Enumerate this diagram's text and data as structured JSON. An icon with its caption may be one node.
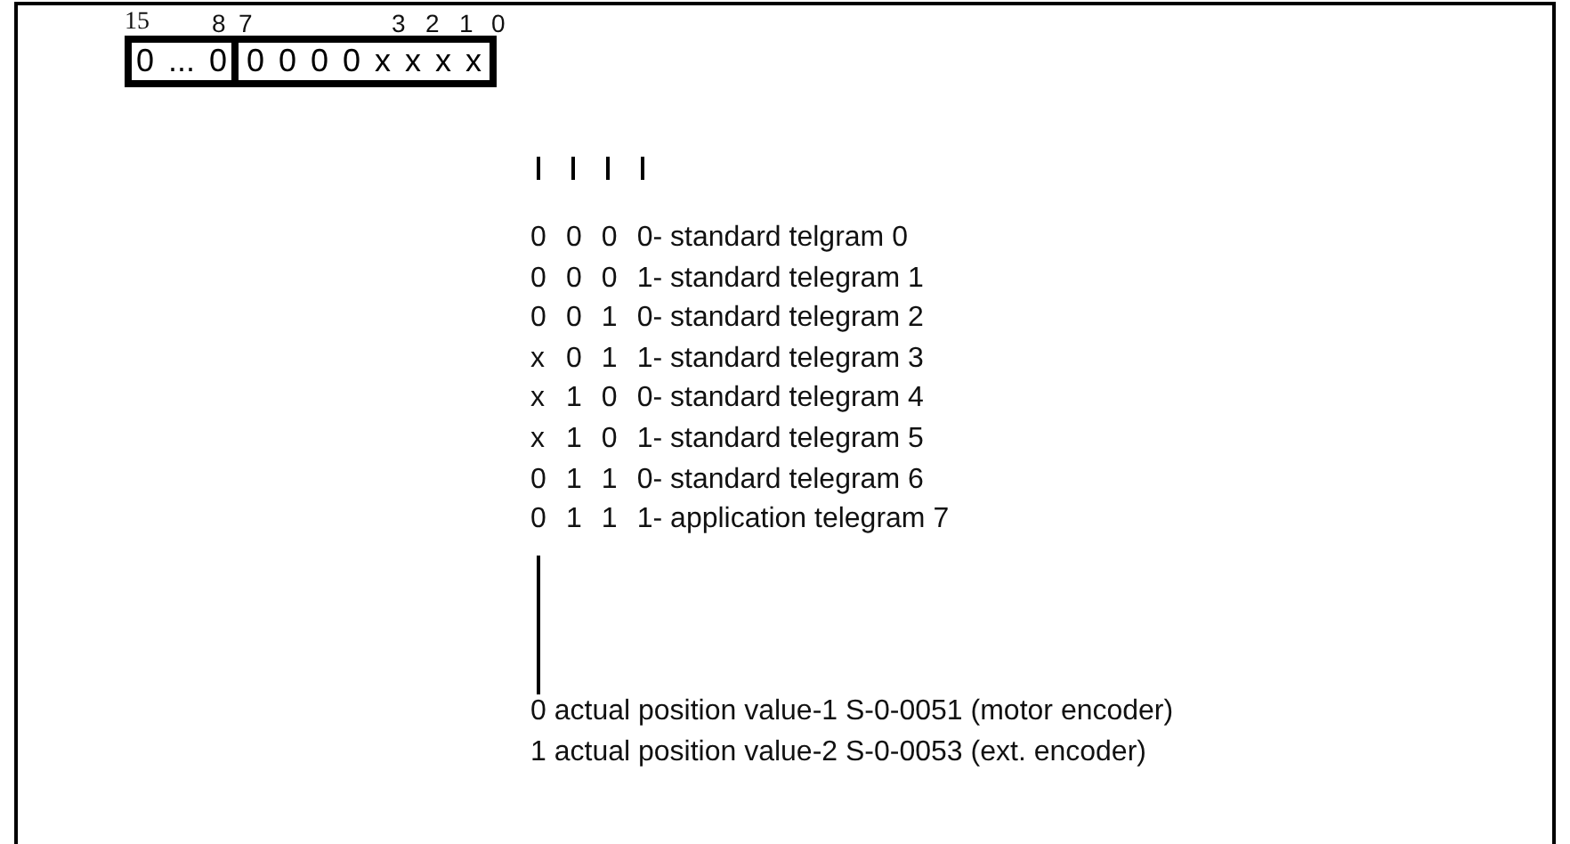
{
  "diagram": {
    "nodes": [
      {
        "text": [
          "0 ... 0"
        ]
      },
      {
        "text": [
          "0 0 0 0 x x x x"
        ]
      }
    ],
    "labels": [
      "15",
      "8",
      "7",
      "3",
      "2",
      "1",
      "0",
      "0 0 0 0- standard telgram 0",
      "0 0 0 1- standard telegram 1",
      "0 0 1 0- standard telegram 2",
      "x 0 1 1- standard telegram 3",
      "x 1 0 0- standard telegram 4",
      "x 1 0 1- standard telegram 5",
      "0 1 1 0- standard telegram 6",
      "0 1 1 1- application telegram 7",
      "0 actual position value-1 S-0-0051 (motor encoder)",
      "1 actual position value-2 S-0-0053 (ext. encoder)"
    ]
  }
}
